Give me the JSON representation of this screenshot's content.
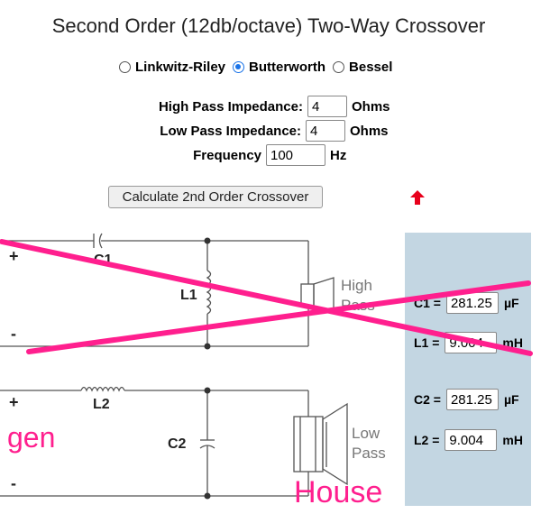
{
  "title": "Second Order (12db/octave) Two-Way Crossover",
  "filter_types": [
    {
      "label": "Linkwitz-Riley",
      "selected": false
    },
    {
      "label": "Butterworth",
      "selected": true
    },
    {
      "label": "Bessel",
      "selected": false
    }
  ],
  "inputs": {
    "high_pass": {
      "label": "High Pass Impedance:",
      "value": "4",
      "unit": "Ohms"
    },
    "low_pass": {
      "label": "Low Pass Impedance:",
      "value": "4",
      "unit": "Ohms"
    },
    "frequency": {
      "label": "Frequency",
      "value": "100",
      "unit": "Hz"
    }
  },
  "calculate_button": "Calculate 2nd Order Crossover",
  "schematic": {
    "plus": "+",
    "minus": "-",
    "c1": "C1",
    "l1": "L1",
    "l2": "L2",
    "c2": "C2",
    "high_label": "High",
    "pass_label": "Pass",
    "low_label": "Low",
    "pass_label_2": "Pass"
  },
  "results": {
    "c1": {
      "label": "C1 =",
      "value": "281.25",
      "unit": "µF"
    },
    "l1": {
      "label": "L1 =",
      "value": "9.004",
      "unit": "mH"
    },
    "c2": {
      "label": "C2 =",
      "value": "281.25",
      "unit": "µF"
    },
    "l2": {
      "label": "L2 =",
      "value": "9.004",
      "unit": "mH"
    }
  },
  "annotations": {
    "left_word": "gen",
    "bottom_word": "House",
    "ink_color": "#ff1f8e"
  },
  "colors": {
    "panel": "#c3d6e2",
    "arrow": "#e8001c",
    "radio_selected": "#1a73e8"
  }
}
